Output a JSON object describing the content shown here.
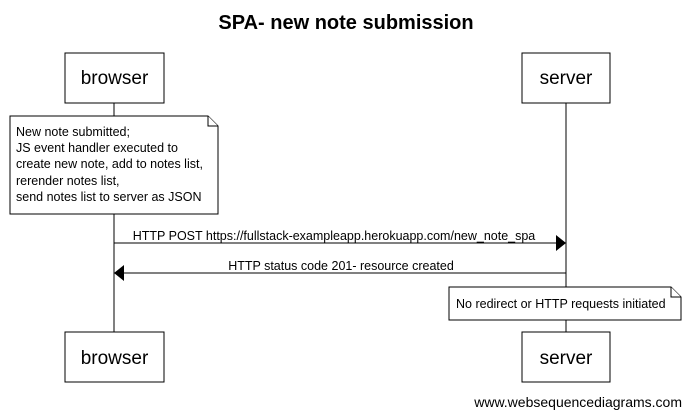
{
  "title": "SPA- new note submission",
  "actors": {
    "browser": "browser",
    "server": "server"
  },
  "note_browser": {
    "lines": [
      "New note submitted;",
      "JS event handler executed to",
      "create new note, add to notes list,",
      "rerender notes list,",
      "send notes list to server as JSON"
    ]
  },
  "messages": [
    {
      "from": "browser",
      "to": "server",
      "label": "HTTP POST https://fullstack-exampleapp.herokuapp.com/new_note_spa"
    },
    {
      "from": "server",
      "to": "browser",
      "label": "HTTP status code 201- resource created"
    }
  ],
  "note_server": {
    "lines": [
      "No redirect or HTTP requests initiated"
    ]
  },
  "footer": "www.websequencediagrams.com"
}
